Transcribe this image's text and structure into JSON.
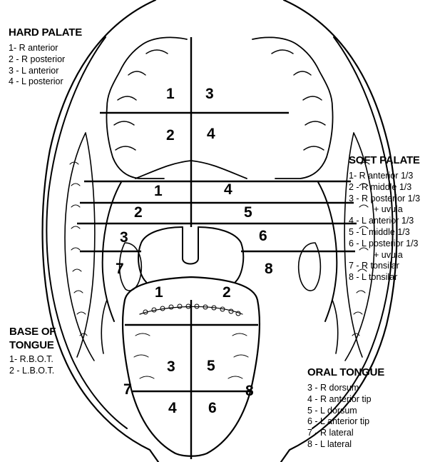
{
  "legends": {
    "hard_palate": {
      "title": "HARD PALATE",
      "items": [
        "1- R anterior",
        "2 - R posterior",
        "3 - L anterior",
        "4 - L posterior"
      ]
    },
    "soft_palate": {
      "title": "SOFT PALATE",
      "items": [
        "1- R anterior 1/3",
        "2 - R middle 1/3",
        "3 - R posterior 1/3",
        "+ uvula",
        "4 - L anterior 1/3",
        "5 - L middle 1/3",
        "6 - L posterior 1/3",
        "+ uvula",
        "7 - R tonsilar",
        "8 - L tonsilar"
      ]
    },
    "base_of_tongue": {
      "title_line1": "BASE OF",
      "title_line2": "TONGUE",
      "items": [
        "1- R.B.O.T.",
        "2 - L.B.O.T."
      ]
    },
    "oral_tongue": {
      "title": "ORAL TONGUE",
      "items": [
        "3 - R dorsum",
        "4 - R anterior tip",
        "5 - L dorsum",
        "6 - L anterior tip",
        "7 - R lateral",
        "8 - L lateral"
      ]
    }
  },
  "diagram_labels": {
    "hp1": "1",
    "hp2": "2",
    "hp3": "3",
    "hp4": "4",
    "sp1": "1",
    "sp2": "2",
    "sp3": "3",
    "sp4": "4",
    "sp5": "5",
    "sp6": "6",
    "sp7": "7",
    "sp8": "8",
    "bot1": "1",
    "bot2": "2",
    "ot3": "3",
    "ot4": "4",
    "ot5": "5",
    "ot6": "6",
    "ot7": "7",
    "ot8": "8"
  }
}
